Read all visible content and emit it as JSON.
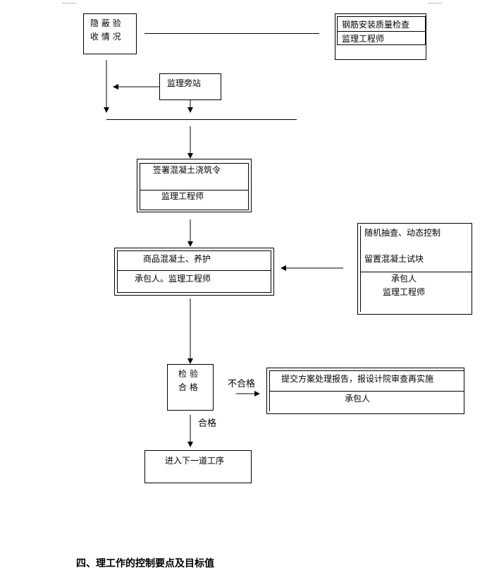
{
  "nodes": {
    "hidden_acceptance": {
      "line1": "隐 蔽 验",
      "line2": "收 情 况"
    },
    "rebar_check": {
      "title": "钢筋安装质量检查",
      "role": "监理工程师"
    },
    "supervision_standby": {
      "label": "监理旁站"
    },
    "sign_order": {
      "title": "签署混凝土浇筑令",
      "role": "监理工程师"
    },
    "commercial_concrete": {
      "title": "商品混凝土、养护",
      "role": "承包人。监理工程师"
    },
    "random_check": {
      "line1": "随机抽查、动态控制",
      "line2": "留置混凝土试块",
      "role1": "承包人",
      "role2": "监理工程师"
    },
    "inspection": {
      "line1": "检 验",
      "line2": "合 格"
    },
    "rework": {
      "title": "提交方案处理报告，报设计院审查再实施",
      "role": "承包人"
    },
    "next_process": {
      "label": "进入下一道工序"
    }
  },
  "edges": {
    "fail_label": "不合格",
    "pass_label": "合格"
  },
  "section_heading": "四、理工作的控制要点及目标值"
}
